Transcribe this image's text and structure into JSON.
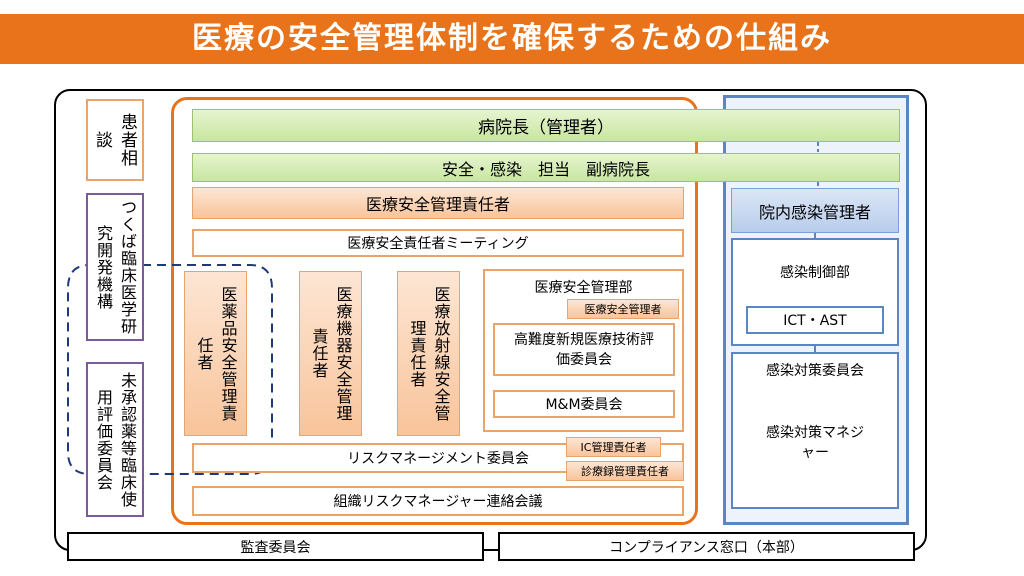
{
  "title": "医療の安全管理体制を確保するための仕組み",
  "left_column": {
    "patient_consult": "患者相談",
    "tsukuba": "つくば臨床医学研究開発機構",
    "unapproved": "未承認薬等臨床使用評価委員会"
  },
  "director": "病院長（管理者）",
  "vice_director": "安全・感染　担当　副病院長",
  "safety_manager": "医療安全管理責任者",
  "meeting": "医療安全責任者ミーティング",
  "officers": {
    "drugs": "医薬品安全管理責任者",
    "devices": "医療機器安全管理責任者",
    "radiation": "医療放射線安全管理責任者"
  },
  "safety_dept": {
    "title": "医療安全管理部",
    "manager": "医療安全管理者",
    "advanced_tech": "高難度新規医療技術評価委員会",
    "mm": "M&M委員会"
  },
  "ic_manager": "IC管理責任者",
  "records_manager": "診療録管理責任者",
  "risk_committee": "リスクマネージメント委員会",
  "risk_liaison": "組織リスクマネージャー連絡会議",
  "infection": {
    "manager": "院内感染管理者",
    "control_dept": "感染制御部",
    "ict_ast": "ICT・AST",
    "committee": "感染対策委員会",
    "infection_manager": "感染対策マネジャー"
  },
  "audit": "監査委員会",
  "compliance": "コンプライアンス窓口（本部）",
  "colors": {
    "title_bar": "#e9731a",
    "orange_border": "#e9731a",
    "blue_border": "#5a86c6",
    "purple_border": "#7b5a9e",
    "dashed_line": "#1f3a7a"
  }
}
